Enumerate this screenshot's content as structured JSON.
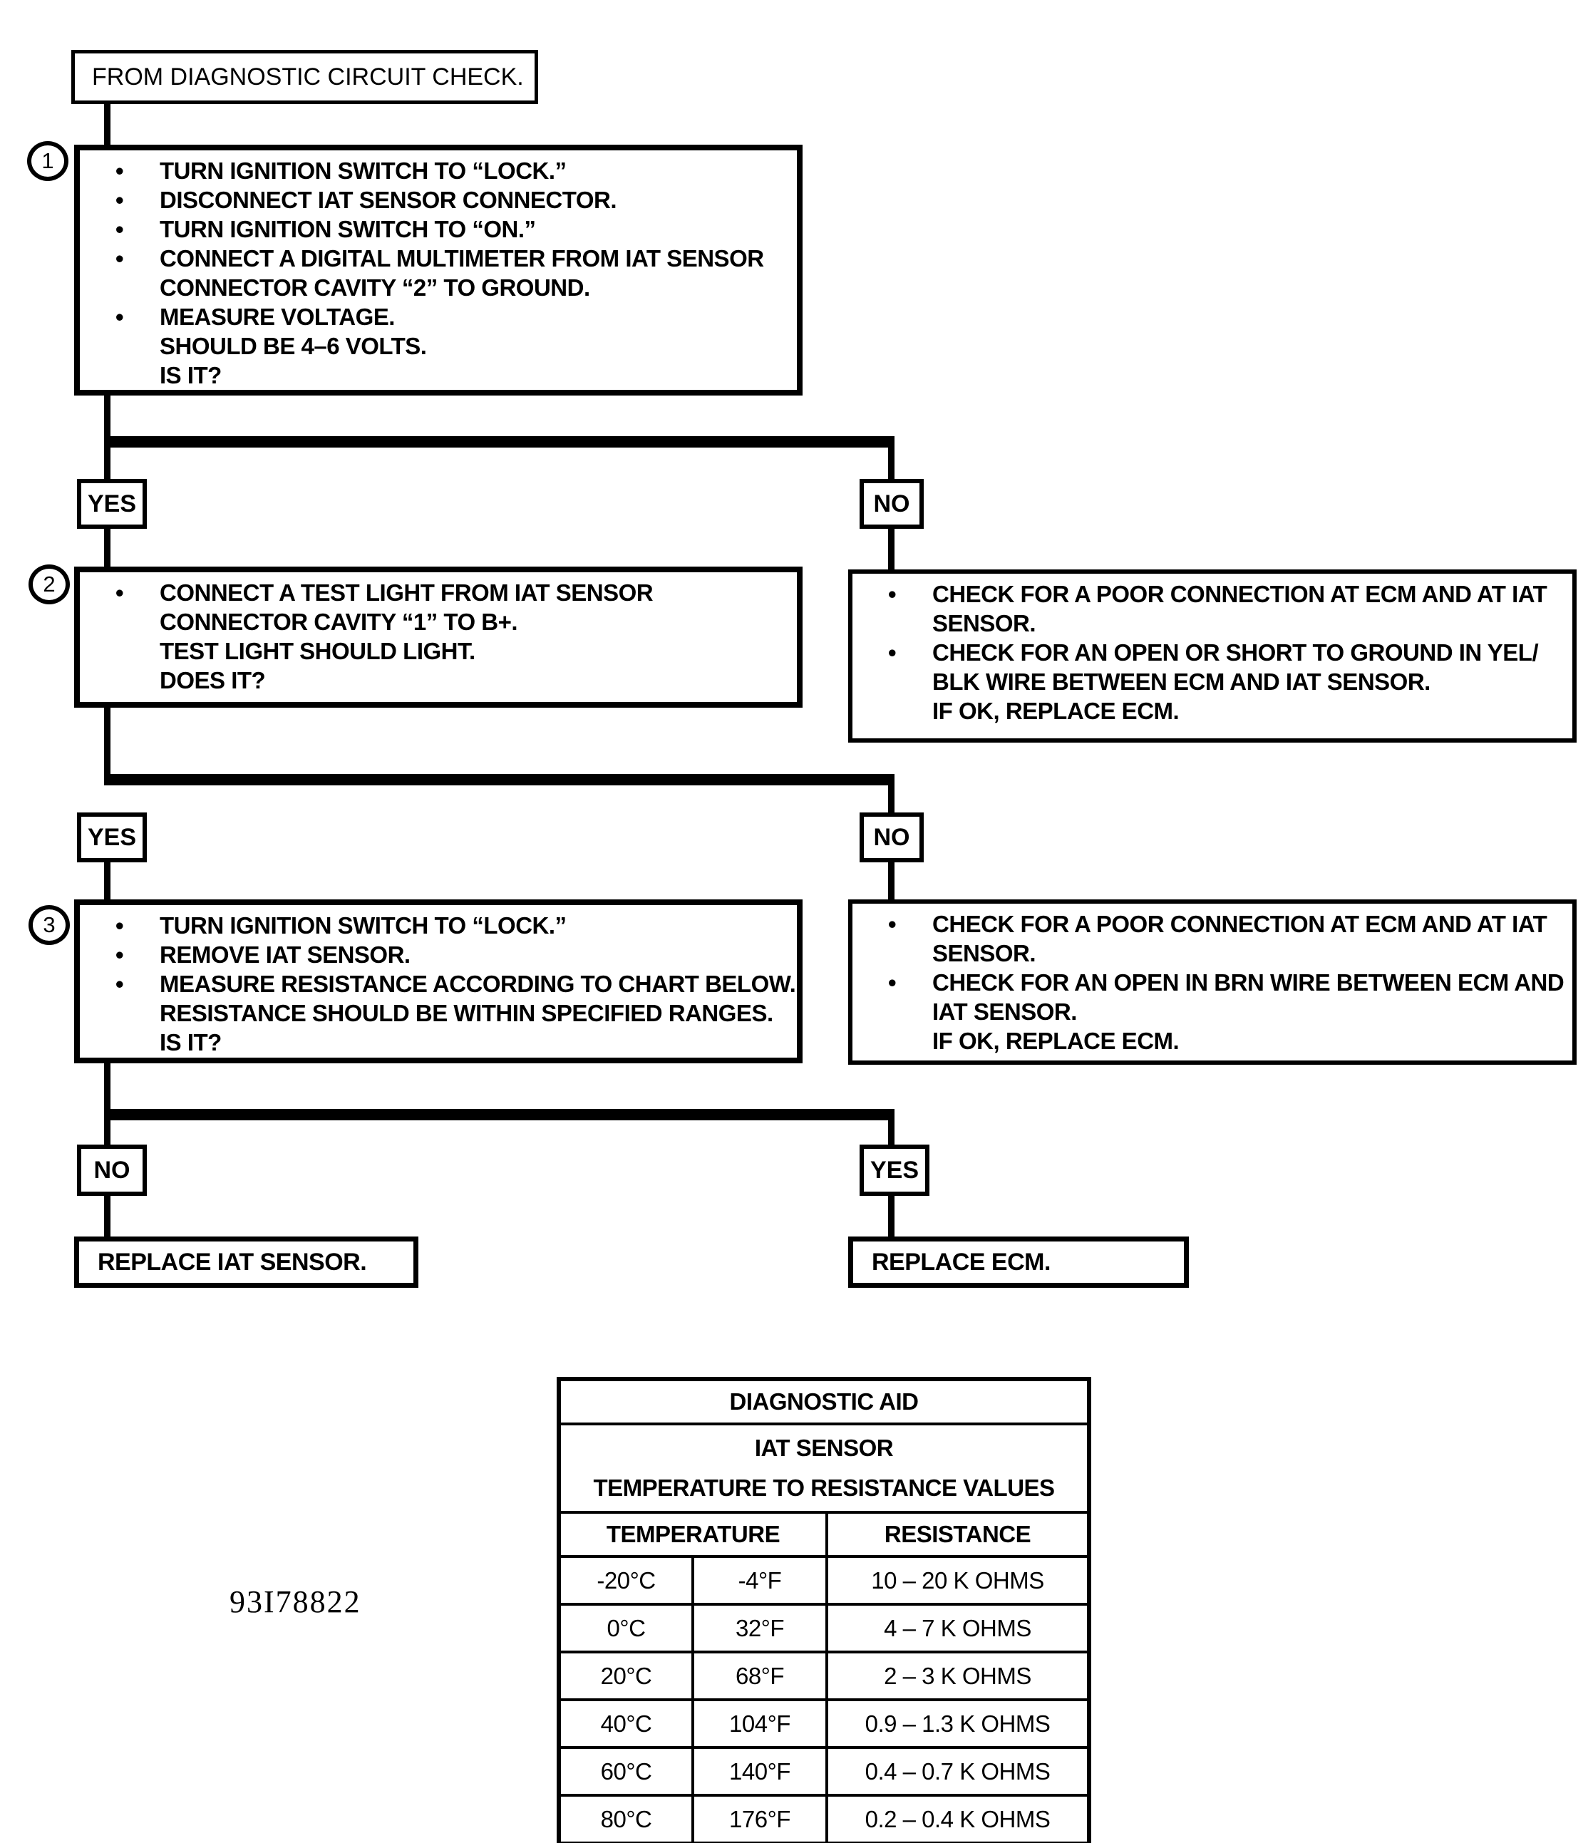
{
  "figure_number": "93I78822",
  "colors": {
    "ink": "#000000",
    "paper": "#ffffff"
  },
  "start_box": {
    "label": "FROM DIAGNOSTIC CIRCUIT CHECK."
  },
  "step1": {
    "number": "1",
    "lines": [
      {
        "bullet": "•",
        "text": "TURN IGNITION SWITCH TO “LOCK.”"
      },
      {
        "bullet": "•",
        "text": "DISCONNECT IAT SENSOR CONNECTOR."
      },
      {
        "bullet": "•",
        "text": "TURN IGNITION SWITCH TO “ON.”"
      },
      {
        "bullet": "•",
        "text": "CONNECT A DIGITAL MULTIMETER FROM IAT SENSOR"
      },
      {
        "bullet": "",
        "text": "CONNECTOR CAVITY “2” TO GROUND."
      },
      {
        "bullet": "•",
        "text": "MEASURE VOLTAGE."
      },
      {
        "bullet": "",
        "text": "SHOULD BE 4–6 VOLTS."
      },
      {
        "bullet": "",
        "text": "IS IT?"
      }
    ]
  },
  "branch1": {
    "yes": "YES",
    "no": "NO"
  },
  "step2": {
    "number": "2",
    "lines": [
      {
        "bullet": "•",
        "text": "CONNECT A TEST LIGHT FROM IAT SENSOR"
      },
      {
        "bullet": "",
        "text": "CONNECTOR CAVITY “1” TO B+."
      },
      {
        "bullet": "",
        "text": "TEST LIGHT SHOULD LIGHT."
      },
      {
        "bullet": "",
        "text": "DOES IT?"
      }
    ]
  },
  "no_box1": {
    "lines": [
      {
        "bullet": "•",
        "text": "CHECK FOR A POOR CONNECTION AT ECM AND AT IAT"
      },
      {
        "bullet": "",
        "text": "SENSOR."
      },
      {
        "bullet": "•",
        "text": "CHECK FOR AN OPEN OR SHORT TO GROUND IN YEL/"
      },
      {
        "bullet": "",
        "text": "BLK WIRE BETWEEN ECM AND IAT SENSOR."
      },
      {
        "bullet": "",
        "text": "IF OK, REPLACE ECM."
      }
    ]
  },
  "branch2": {
    "yes": "YES",
    "no": "NO"
  },
  "step3": {
    "number": "3",
    "lines": [
      {
        "bullet": "•",
        "text": "TURN IGNITION SWITCH TO “LOCK.”"
      },
      {
        "bullet": "•",
        "text": "REMOVE IAT SENSOR."
      },
      {
        "bullet": "•",
        "text": "MEASURE RESISTANCE ACCORDING TO CHART BELOW."
      },
      {
        "bullet": "",
        "text": "RESISTANCE SHOULD BE WITHIN SPECIFIED RANGES."
      },
      {
        "bullet": "",
        "text": "IS IT?"
      }
    ]
  },
  "no_box2": {
    "lines": [
      {
        "bullet": "•",
        "text": "CHECK FOR A POOR CONNECTION AT ECM AND AT IAT"
      },
      {
        "bullet": "",
        "text": "SENSOR."
      },
      {
        "bullet": "•",
        "text": "CHECK FOR AN OPEN IN BRN WIRE BETWEEN ECM AND"
      },
      {
        "bullet": "",
        "text": "IAT SENSOR."
      },
      {
        "bullet": "",
        "text": "IF OK, REPLACE ECM."
      }
    ]
  },
  "branch3": {
    "no": "NO",
    "yes": "YES"
  },
  "replace_iat": "REPLACE IAT SENSOR.",
  "replace_ecm": "REPLACE ECM.",
  "table": {
    "title": "DIAGNOSTIC AID",
    "subtitle_line1": "IAT SENSOR",
    "subtitle_line2": "TEMPERATURE TO RESISTANCE VALUES",
    "col_temperature": "TEMPERATURE",
    "col_resistance": "RESISTANCE",
    "rows": [
      {
        "c": "-20°C",
        "f": "-4°F",
        "ohms": "10 – 20 K OHMS"
      },
      {
        "c": "0°C",
        "f": "32°F",
        "ohms": "4 – 7 K OHMS"
      },
      {
        "c": "20°C",
        "f": "68°F",
        "ohms": "2 – 3 K OHMS"
      },
      {
        "c": "40°C",
        "f": "104°F",
        "ohms": "0.9 – 1.3 K OHMS"
      },
      {
        "c": "60°C",
        "f": "140°F",
        "ohms": "0.4 – 0.7 K OHMS"
      },
      {
        "c": "80°C",
        "f": "176°F",
        "ohms": "0.2 – 0.4 K OHMS"
      }
    ]
  }
}
